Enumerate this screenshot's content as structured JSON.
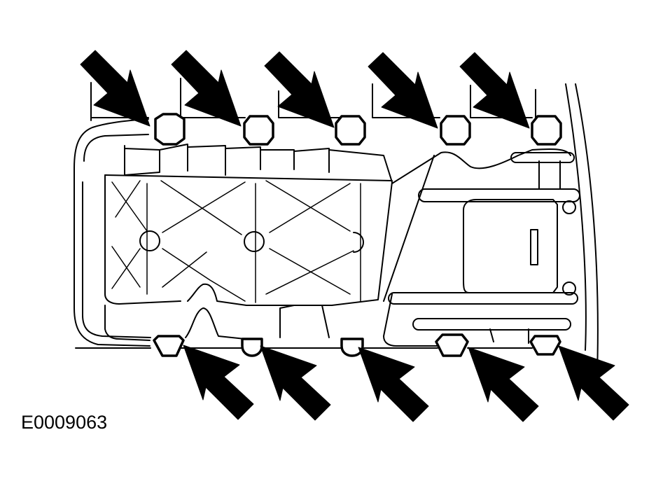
{
  "figure": {
    "id_label": "E0009063"
  },
  "colors": {
    "ink": "#000000",
    "background": "#ffffff"
  },
  "callouts": {
    "top_arrow_count": 5,
    "bottom_arrow_count": 5,
    "top_bolt_count": 5,
    "bottom_bolt_count": 5
  }
}
